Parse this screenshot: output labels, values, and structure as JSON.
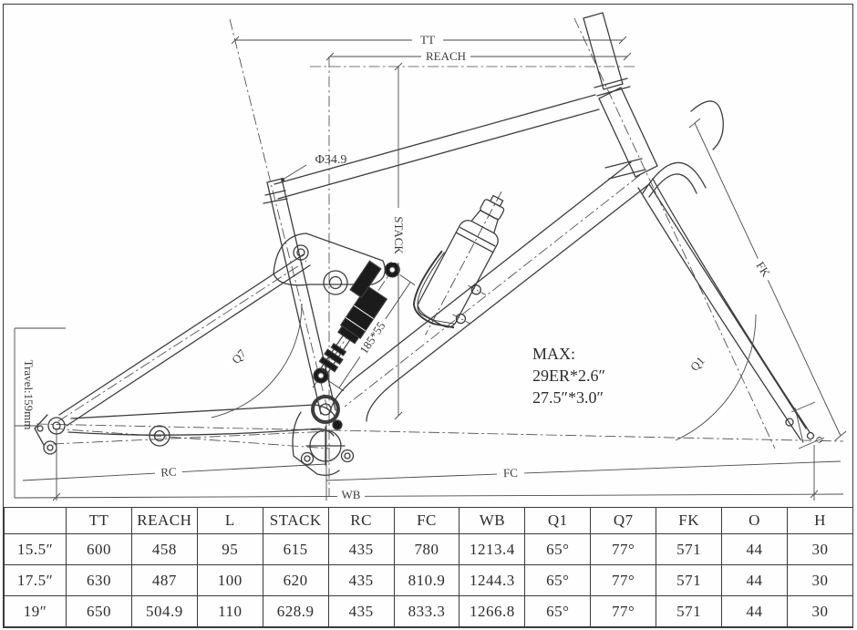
{
  "colors": {
    "line": "#3d3d3d",
    "dim_line": "#4a4a4a",
    "fill_black": "#1b1b1b",
    "background": "#fefefe",
    "table_border": "#3a3a3a",
    "text": "#2d2d2d"
  },
  "drawing": {
    "labels": {
      "tt": "TT",
      "reach": "REACH",
      "stack": "STACK",
      "seatpost_diameter": "Φ34.9",
      "travel": "Travel:159mm",
      "shock_size": "185*55",
      "q7": "Q7",
      "q1": "Q1",
      "fk": "FK",
      "offset": "O",
      "max_line1": "MAX:",
      "max_line2": "29ER*2.6″",
      "max_line3": "27.5″*3.0″",
      "rc": "RC",
      "fc": "FC",
      "wb": "WB"
    }
  },
  "table": {
    "headers": [
      "",
      "TT",
      "REACH",
      "L",
      "STACK",
      "RC",
      "FC",
      "WB",
      "Q1",
      "Q7",
      "FK",
      "O",
      "H"
    ],
    "rows": [
      [
        "15.5″",
        "600",
        "458",
        "95",
        "615",
        "435",
        "780",
        "1213.4",
        "65°",
        "77°",
        "571",
        "44",
        "30"
      ],
      [
        "17.5″",
        "630",
        "487",
        "100",
        "620",
        "435",
        "810.9",
        "1244.3",
        "65°",
        "77°",
        "571",
        "44",
        "30"
      ],
      [
        "19″",
        "650",
        "504.9",
        "110",
        "628.9",
        "435",
        "833.3",
        "1266.8",
        "65°",
        "77°",
        "571",
        "44",
        "30"
      ]
    ]
  }
}
